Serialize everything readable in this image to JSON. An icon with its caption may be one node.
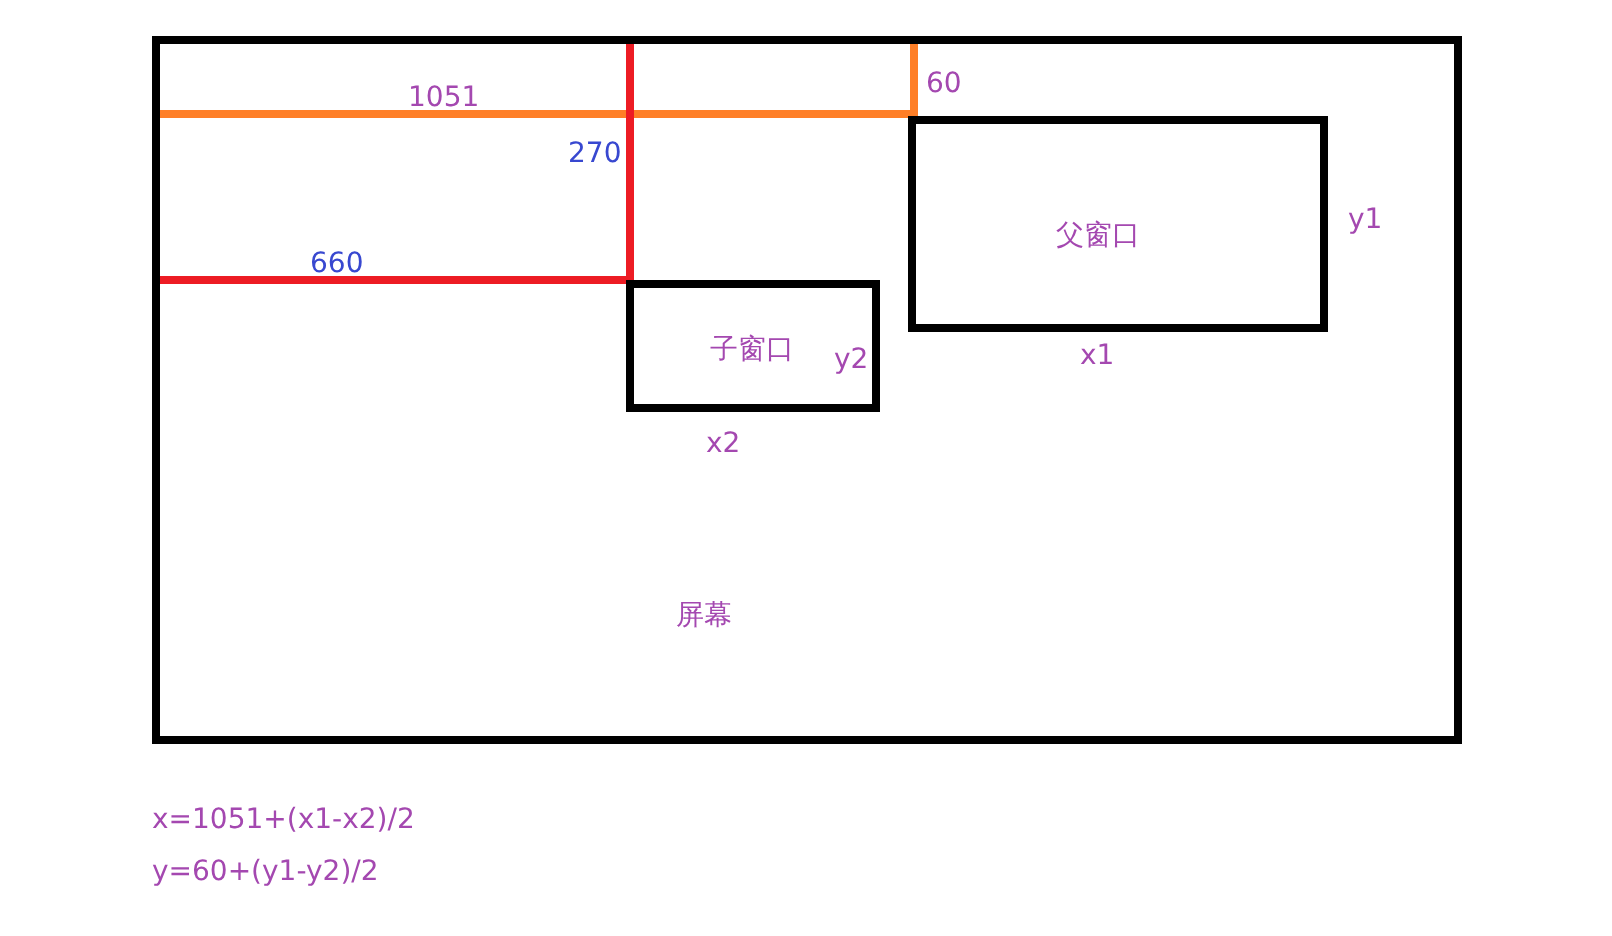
{
  "diagram": {
    "nodes": [
      {
        "text": [
          "屏幕"
        ]
      },
      {
        "text": [
          "父窗口"
        ],
        "in": 0,
        "beside": [
          "y1",
          "x1"
        ]
      },
      {
        "text": [
          "子窗口",
          "y2"
        ],
        "in": 0,
        "beside": [
          "x2"
        ]
      }
    ],
    "labels": [
      "1051",
      "60",
      "270",
      "660",
      "x=1051+(x1-x2)/2",
      "y=60+(y1-y2)/2"
    ]
  }
}
